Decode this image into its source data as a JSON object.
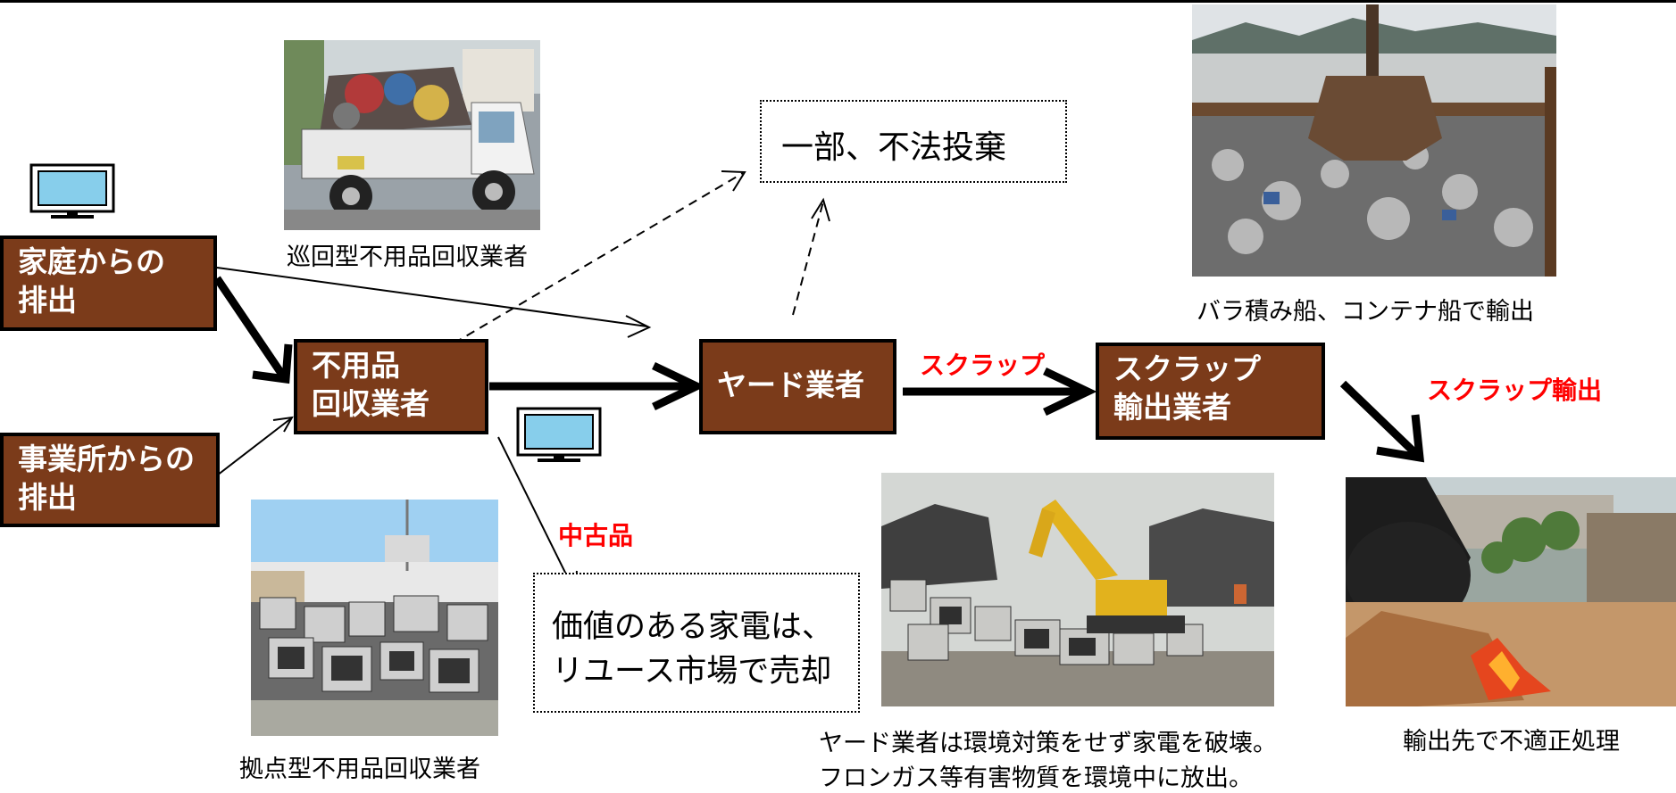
{
  "boxes": {
    "household": [
      "家庭からの",
      "排出"
    ],
    "business": [
      "事業所からの",
      "排出"
    ],
    "collector": [
      "不用品",
      "回収業者"
    ],
    "yard": [
      "ヤード業者"
    ],
    "exporter": [
      "スクラップ",
      "輸出業者"
    ]
  },
  "notes": {
    "illegal_dumping": "一部、不法投棄",
    "reuse": [
      "価値のある家電は、",
      "リユース市場で売却"
    ]
  },
  "labels": {
    "scrap": "スクラップ",
    "scrap_export": "スクラップ輸出",
    "used_goods": "中古品"
  },
  "captions": {
    "truck": "巡回型不用品回収業者",
    "depot": "拠点型不用品回収業者",
    "ship": "バラ積み船、コンテナ船で輸出",
    "yard": [
      "ヤード業者は環境対策をせず家電を破壊。",
      "フロンガス等有害物質を環境中に放出。"
    ],
    "burning": "輸出先で不適正処理"
  },
  "colors": {
    "box_fill": "#7b3b1a",
    "accent_red": "#ff0000",
    "tv_screen": "#87ceeb"
  }
}
